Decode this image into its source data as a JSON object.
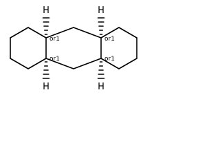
{
  "molecule": {
    "hydrogen_labels": [
      "H",
      "H",
      "H",
      "H"
    ],
    "stereo_labels": [
      "or1",
      "or1",
      "or1",
      "or1"
    ],
    "colors": {
      "bond": "#000000",
      "text": "#000000",
      "background": "#ffffff"
    }
  }
}
